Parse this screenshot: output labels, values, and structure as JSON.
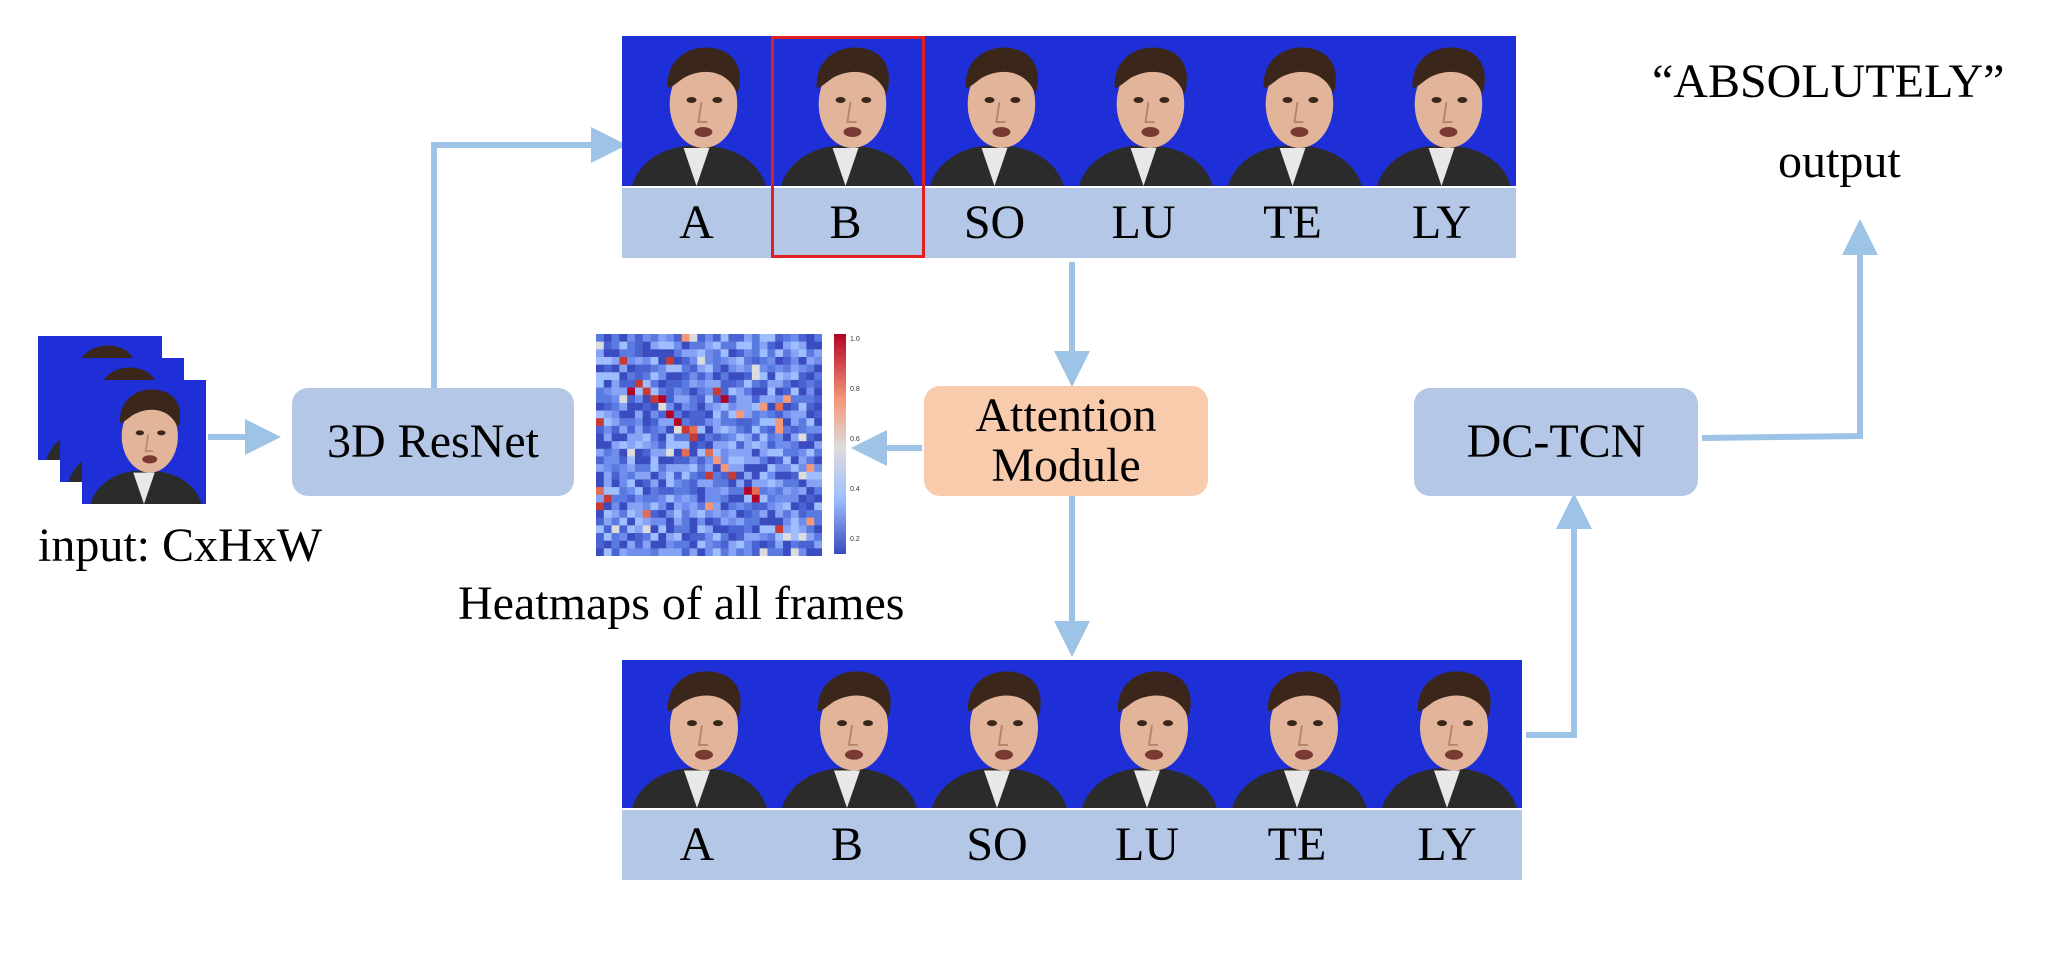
{
  "input": {
    "label": "input: CxHxW"
  },
  "resnet": {
    "label": "3D ResNet"
  },
  "heatmap": {
    "caption": "Heatmaps of all frames",
    "colorbar_ticks": [
      "1.0",
      "0.8",
      "0.6",
      "0.4",
      "0.2"
    ]
  },
  "attention": {
    "line1": "Attention",
    "line2": "Module"
  },
  "tcn": {
    "label": "DC-TCN"
  },
  "output": {
    "word": "“ABSOLUTELY”",
    "label": "output"
  },
  "top_strip": {
    "syllables": [
      "A",
      "B",
      "SO",
      "LU",
      "TE",
      "LY"
    ],
    "highlighted_index": 1
  },
  "bottom_strip": {
    "syllables": [
      "A",
      "B",
      "SO",
      "LU",
      "TE",
      "LY"
    ]
  },
  "colors": {
    "arrow": "#9dc3e6",
    "box_blue": "#b4c7e7",
    "box_orange": "#f8cbad",
    "highlight": "#e02020",
    "frame_bg": "#1f2fd8"
  }
}
